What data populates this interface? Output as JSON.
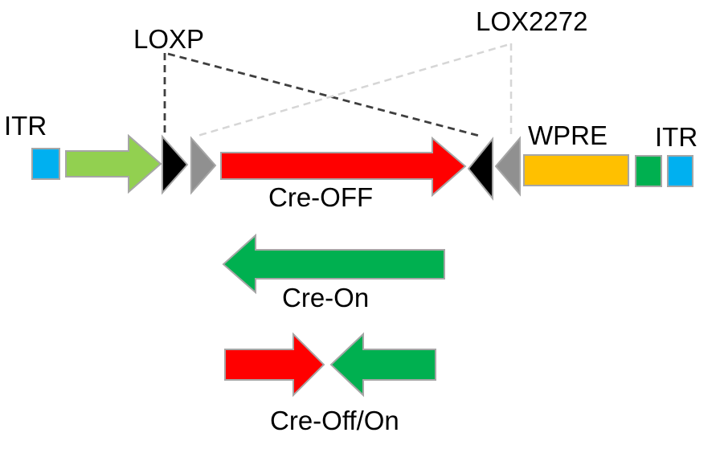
{
  "diagram": {
    "title_labels": {
      "loxp": "LOXP",
      "lox2272": "LOX2272"
    },
    "construct_labels": {
      "itr_left": "ITR",
      "cre_off": "Cre-OFF",
      "wpre": "WPRE",
      "itr_right": "ITR"
    },
    "variant_labels": {
      "cre_on": "Cre-On",
      "cre_off_on": "Cre-Off/On"
    },
    "colors": {
      "background": "#FFFFFF",
      "text": "#000000",
      "itr_blue": "#00B0F0",
      "promoter_green": "#92D050",
      "cre_green": "#00B050",
      "cre_red": "#FF0000",
      "wpre_orange": "#FFC000",
      "loxp_black": "#000000",
      "lox2272_gray": "#909090",
      "shape_outline": "#A6A6A6",
      "loxp_dash": "#3F3F3F",
      "lox2272_dash": "#D6D6D6"
    }
  }
}
